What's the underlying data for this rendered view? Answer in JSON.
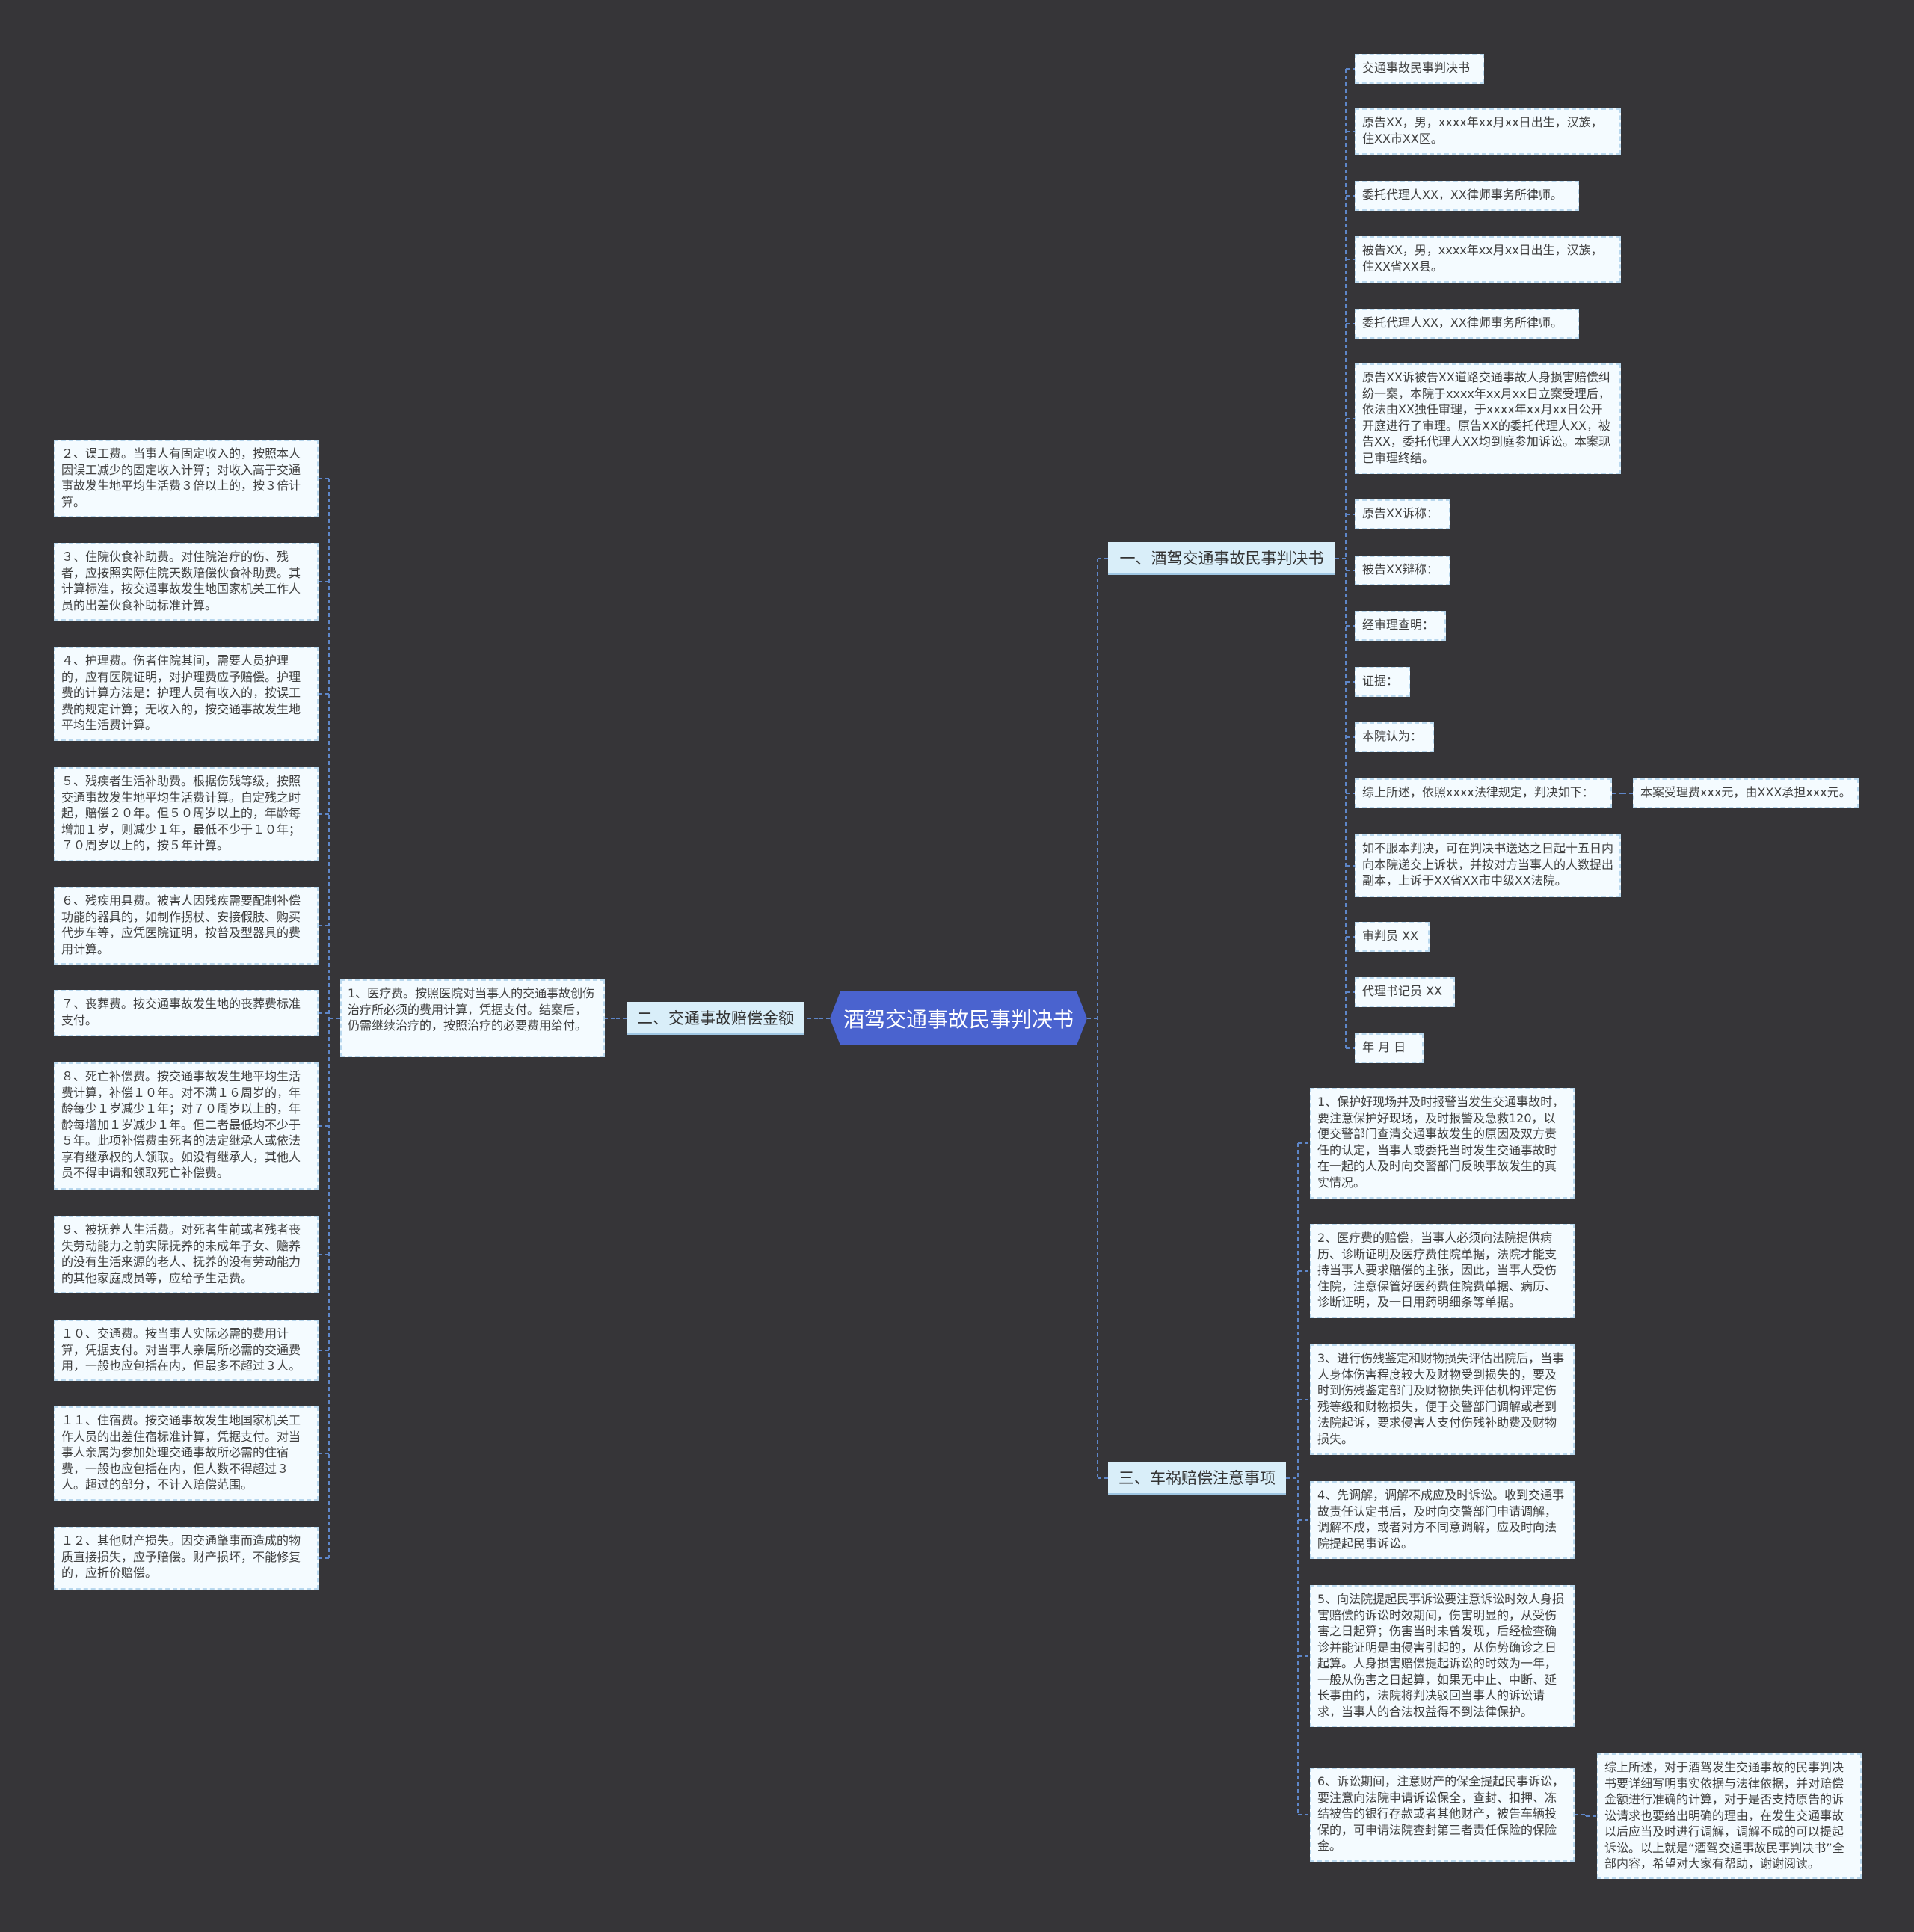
{
  "root": "酒驾交通事故民事判决书",
  "branches": {
    "b1": "一、酒驾交通事故民事判决书",
    "b2": "二、交通事故赔偿金额",
    "b3": "三、车祸赔偿注意事项"
  },
  "b1_items": [
    "交通事故民事判决书",
    "原告XX，男，xxxx年xx月xx日出生，汉族，住XX市XX区。",
    "委托代理人XX，XX律师事务所律师。",
    "被告XX，男，xxxx年xx月xx日出生，汉族，住XX省XX县。",
    "委托代理人XX，XX律师事务所律师。",
    "原告XX诉被告XX道路交通事故人身损害赔偿纠纷一案，本院于xxxx年xx月xx日立案受理后，依法由XX独任审理，于xxxx年xx月xx日公开开庭进行了审理。原告XX的委托代理人XX，被告XX，委托代理人XX均到庭参加诉讼。本案现已审理终结。",
    "原告XX诉称：",
    "被告XX辩称：",
    "经审理查明：",
    "证据：",
    "本院认为：",
    "综上所述，依照xxxx法律规定，判决如下：",
    "如不服本判决，可在判决书送达之日起十五日内向本院递交上诉状，并按对方当事人的人数提出副本，上诉于XX省XX市中级XX法院。",
    "审判员 XX",
    "代理书记员 XX",
    "年  月  日"
  ],
  "b1_sub": "本案受理费xxx元，由XXX承担xxx元。",
  "b2_first": "1、医疗费。按照医院对当事人的交通事故创伤治疗所必须的费用计算，凭据支付。结案后，仍需继续治疗的，按照治疗的必要费用给付。",
  "b2_items": [
    "２、误工费。当事人有固定收入的，按照本人因误工减少的固定收入计算；对收入高于交通事故发生地平均生活费３倍以上的，按３倍计算。",
    "３、住院伙食补助费。对住院治疗的伤、残者，应按照实际住院天数赔偿伙食补助费。其计算标准，按交通事故发生地国家机关工作人员的出差伙食补助标准计算。",
    "４、护理费。伤者住院其间，需要人员护理的，应有医院证明，对护理费应予赔偿。护理费的计算方法是：护理人员有收入的，按误工费的规定计算；无收入的，按交通事故发生地平均生活费计算。",
    "５、残疾者生活补助费。根据伤残等级，按照交通事故发生地平均生活费计算。自定残之时起，赔偿２０年。但５０周岁以上的，年龄每增加１岁，则减少１年，最低不少于１０年；７０周岁以上的，按５年计算。",
    "６、残疾用具费。被害人因残疾需要配制补偿功能的器具的，如制作拐杖、安接假肢、购买代步车等，应凭医院证明，按普及型器具的费用计算。",
    "７、丧葬费。按交通事故发生地的丧葬费标准支付。",
    "８、死亡补偿费。按交通事故发生地平均生活费计算，补偿１０年。对不满１６周岁的，年龄每少１岁减少１年；对７０周岁以上的，年龄每增加１岁减少１年。但二者最低均不少于５年。此项补偿费由死者的法定继承人或依法享有继承权的人领取。如没有继承人，其他人员不得申请和领取死亡补偿费。",
    "９、被抚养人生活费。对死者生前或者残者丧失劳动能力之前实际抚养的未成年子女、赡养的没有生活来源的老人、抚养的没有劳动能力的其他家庭成员等，应给予生活费。",
    "１０、交通费。按当事人实际必需的费用计算，凭据支付。对当事人亲属所必需的交通费用，一般也应包括在内，但最多不超过３人。",
    "１１、住宿费。按交通事故发生地国家机关工作人员的出差住宿标准计算，凭据支付。对当事人亲属为参加处理交通事故所必需的住宿费，一般也应包括在内，但人数不得超过３人。超过的部分，不计入赔偿范围。",
    "１２、其他财产损失。因交通肇事而造成的物质直接损失，应予赔偿。财产损坏，不能修复的，应折价赔偿。"
  ],
  "b3_items": [
    "1、保护好现场并及时报警当发生交通事故时，要注意保护好现场，及时报警及急救120，以便交警部门查清交通事故发生的原因及双方责任的认定，当事人或委托当时发生交通事故时在一起的人及时向交警部门反映事故发生的真实情况。",
    "2、医疗费的赔偿，当事人必须向法院提供病历、诊断证明及医疗费住院单据，法院才能支持当事人要求赔偿的主张，因此，当事人受伤住院，注意保管好医药费住院费单据、病历、诊断证明，及一日用药明细条等单据。",
    "3、进行伤残鉴定和财物损失评估出院后，当事人身体伤害程度较大及财物受到损失的，要及时到伤残鉴定部门及财物损失评估机构评定伤残等级和财物损失，便于交警部门调解或者到法院起诉，要求侵害人支付伤残补助费及财物损失。",
    "4、先调解，调解不成应及时诉讼。收到交通事故责任认定书后，及时向交警部门申请调解，调解不成，或者对方不同意调解，应及时向法院提起民事诉讼。",
    "5、向法院提起民事诉讼要注意诉讼时效人身损害赔偿的诉讼时效期间，伤害明显的，从受伤害之日起算；伤害当时未曾发现，后经检查确诊并能证明是由侵害引起的，从伤势确诊之日起算。人身损害赔偿提起诉讼的时效为一年，一般从伤害之日起算，如果无中止、中断、延长事由的，法院将判决驳回当事人的诉讼请求，当事人的合法权益得不到法律保护。",
    "6、诉讼期间，注意财产的保全提起民事诉讼，要注意向法院申请诉讼保全，查封、扣押、冻结被告的银行存款或者其他财产，被告车辆投保的，可申请法院查封第三者责任保险的保险金。"
  ],
  "b3_sub": "综上所述，对于酒驾发生交通事故的民事判决书要详细写明事实依据与法律依据，并对赔偿金额进行准确的计算，对于是否支持原告的诉讼请求也要给出明确的理由，在发生交通事故以后应当及时进行调解，调解不成的可以提起诉讼。以上就是“酒驾交通事故民事判决书”全部内容，希望对大家有帮助，谢谢阅读。",
  "colors": {
    "background": "#363538",
    "root": "#4a63cf",
    "branch": "#d9eef9",
    "leaf": "#f4fbff",
    "connector": "#5e86c8"
  }
}
